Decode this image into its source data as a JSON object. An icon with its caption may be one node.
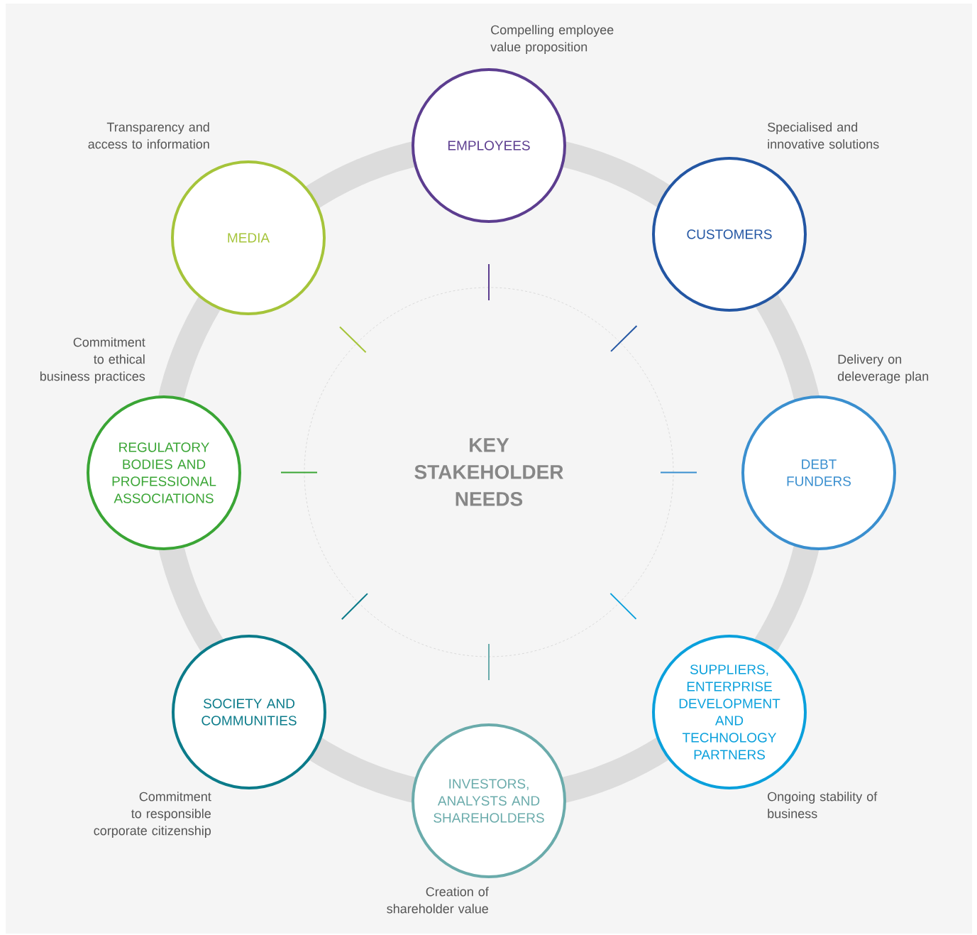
{
  "diagram": {
    "title": "KEY STAKEHOLDER NEEDS",
    "nodes": [
      {
        "text": [
          "EMPLOYEES"
        ],
        "beside": [
          "Compelling employee value proposition"
        ]
      },
      {
        "text": [
          "CUSTOMERS"
        ],
        "beside": [
          "Specialised and innovative solutions"
        ]
      },
      {
        "text": [
          "DEBT FUNDERS"
        ],
        "beside": [
          "Delivery on deleverage plan"
        ]
      },
      {
        "text": [
          "SUPPLIERS, ENTERPRISE DEVELOPMENT AND TECHNOLOGY PARTNERS"
        ],
        "beside": [
          "Ongoing stability of business"
        ]
      },
      {
        "text": [
          "INVESTORS, ANALYSTS AND SHAREHOLDERS"
        ],
        "beside": [
          "Creation of shareholder value"
        ]
      },
      {
        "text": [
          "SOCIETY AND COMMUNITIES"
        ],
        "beside": [
          "Commitment to responsible corporate citizenship"
        ]
      },
      {
        "text": [
          "REGULATORY BODIES AND PROFESSIONAL ASSOCIATIONS"
        ],
        "beside": [
          "Commitment to ethical business practices"
        ]
      },
      {
        "text": [
          "MEDIA"
        ],
        "beside": [
          "Transparency and access to information"
        ]
      }
    ]
  }
}
